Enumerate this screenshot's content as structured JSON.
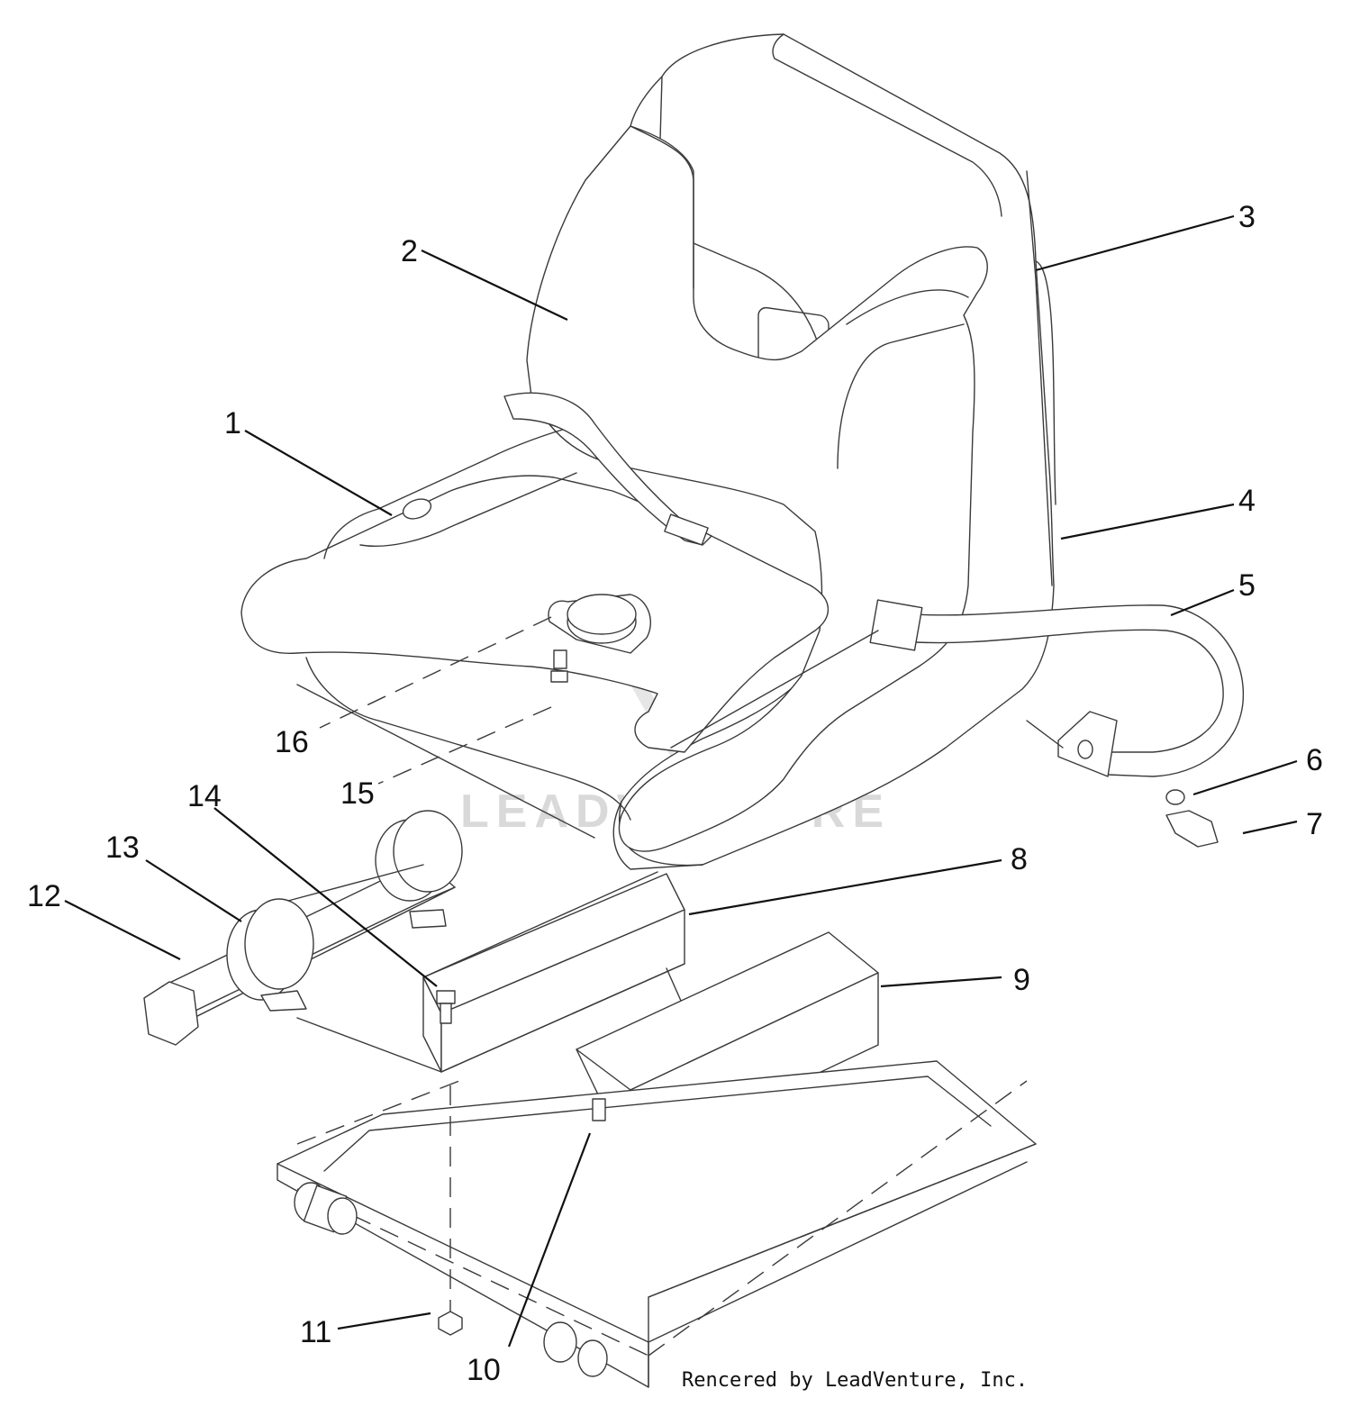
{
  "callouts": [
    {
      "num": "1"
    },
    {
      "num": "2"
    },
    {
      "num": "3"
    },
    {
      "num": "4"
    },
    {
      "num": "5"
    },
    {
      "num": "6"
    },
    {
      "num": "7"
    },
    {
      "num": "8"
    },
    {
      "num": "9"
    },
    {
      "num": "10"
    },
    {
      "num": "11"
    },
    {
      "num": "12"
    },
    {
      "num": "13"
    },
    {
      "num": "14"
    },
    {
      "num": "15"
    },
    {
      "num": "16"
    }
  ],
  "watermark": "LEADVENTURE",
  "credit": "Rencered by LeadVenture, Inc."
}
